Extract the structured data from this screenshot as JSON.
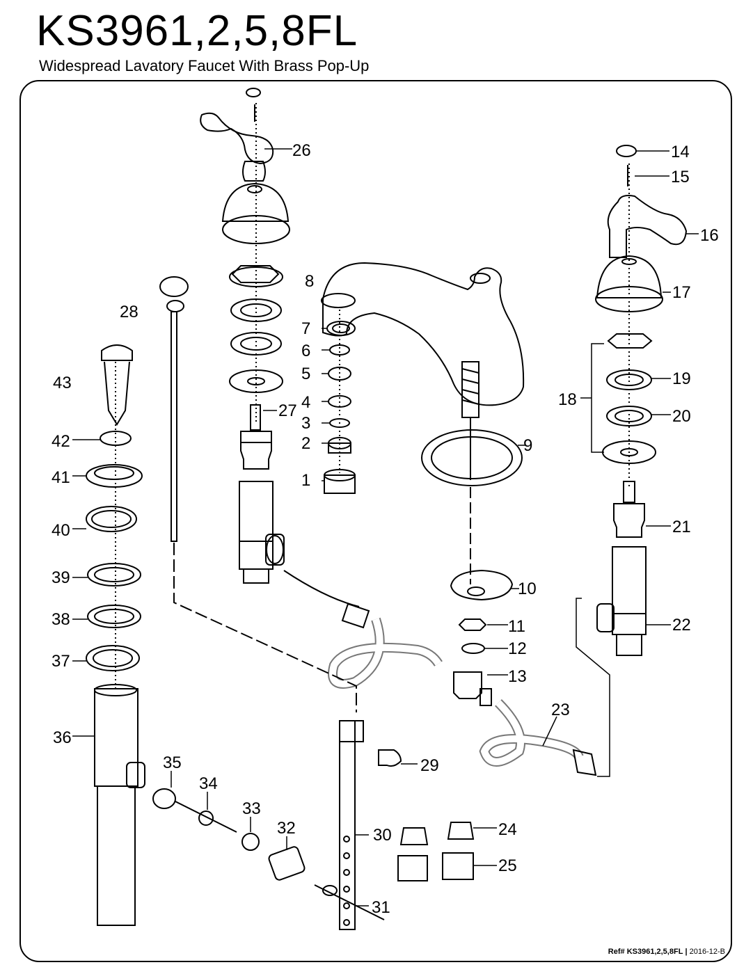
{
  "header": {
    "model": "KS3961,2,5,8FL",
    "description": "Widespread Lavatory Faucet With Brass Pop-Up"
  },
  "callouts": [
    "1",
    "2",
    "3",
    "4",
    "5",
    "6",
    "7",
    "8",
    "9",
    "10",
    "11",
    "12",
    "13",
    "14",
    "15",
    "16",
    "17",
    "18",
    "19",
    "20",
    "21",
    "22",
    "23",
    "24",
    "25",
    "26",
    "27",
    "28",
    "29",
    "30",
    "31",
    "32",
    "33",
    "34",
    "35",
    "36",
    "37",
    "38",
    "39",
    "40",
    "41",
    "42",
    "43"
  ],
  "footer": {
    "ref_prefix": "Ref# KS3961,2,5,8FL",
    "separator": "|",
    "revision": "2016-12-B"
  }
}
